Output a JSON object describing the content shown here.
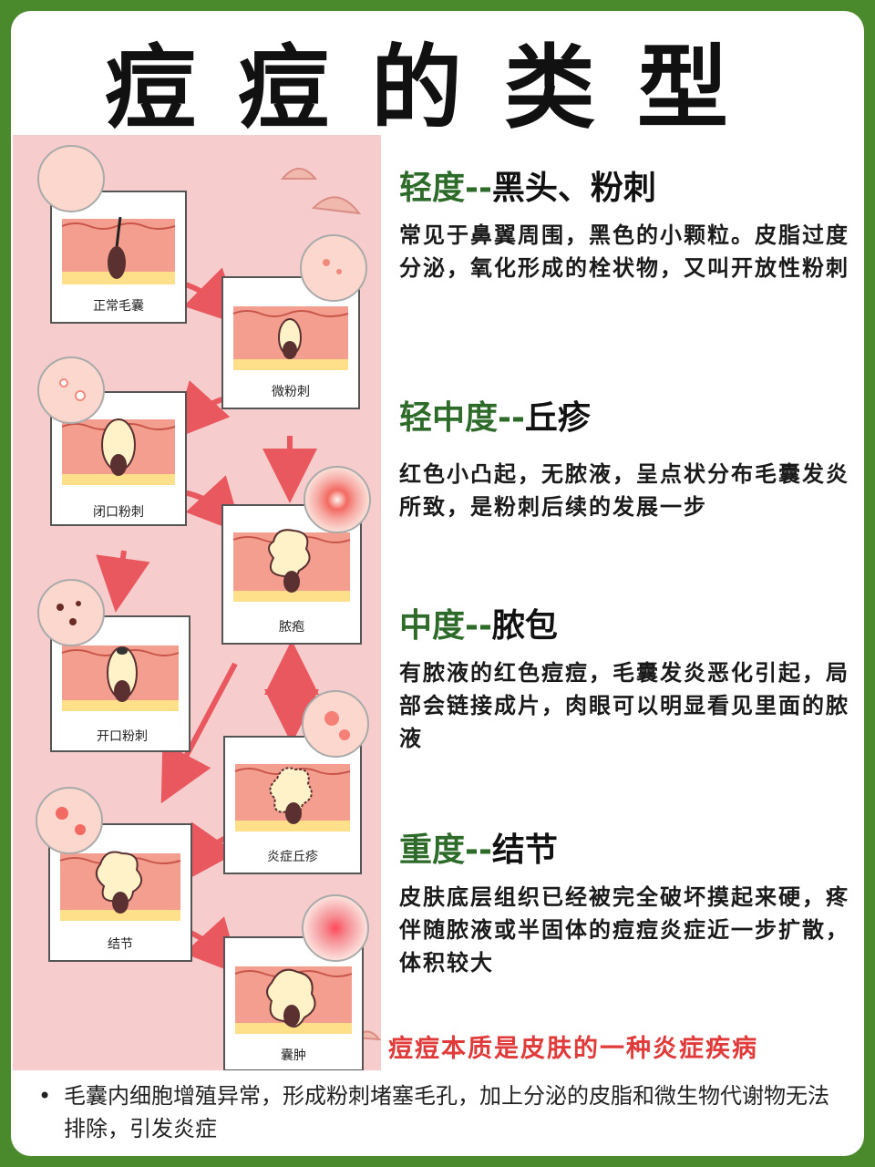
{
  "title": "痘痘的类型",
  "tiles": [
    {
      "label": "正常毛囊"
    },
    {
      "label": "微粉刺"
    },
    {
      "label": "闭口粉刺"
    },
    {
      "label": "脓疱"
    },
    {
      "label": "开口粉刺"
    },
    {
      "label": "炎症丘疹"
    },
    {
      "label": "结节"
    },
    {
      "label": "囊肿"
    }
  ],
  "sections": [
    {
      "level": "轻度--",
      "name": "黑头、粉刺",
      "desc": "常见于鼻翼周围，黑色的小颗粒。皮脂过度分泌，氧化形成的栓状物，又叫开放性粉刺"
    },
    {
      "level": "轻中度--",
      "name": "丘疹",
      "desc": "红色小凸起，无脓液，呈点状分布毛囊发炎所致，是粉刺后续的发展一步"
    },
    {
      "level": "中度--",
      "name": "脓包",
      "desc": "有脓液的红色痘痘，毛囊发炎恶化引起，局部会链接成片，肉眼可以明显看见里面的脓液"
    },
    {
      "level": "重度--",
      "name": "结节",
      "desc": "皮肤底层组织已经被完全破坏摸起来硬，疼伴随脓液或半固体的痘痘炎症近一步扩散，体积较大"
    }
  ],
  "essence": "痘痘本质是皮肤的一种炎症疾病",
  "bullet": "毛囊内细胞增殖异常，形成粉刺堵塞毛孔，加上分泌的皮脂和微生物代谢物无法排除，引发炎症",
  "colors": {
    "frame_green": "#4a8a2c",
    "illus_pink": "#f6cccc",
    "level_green": "#2e6b2a",
    "highlight_green": "#7cd98e",
    "essence_red": "#e03a3a",
    "arrow_red": "#e8585e"
  }
}
